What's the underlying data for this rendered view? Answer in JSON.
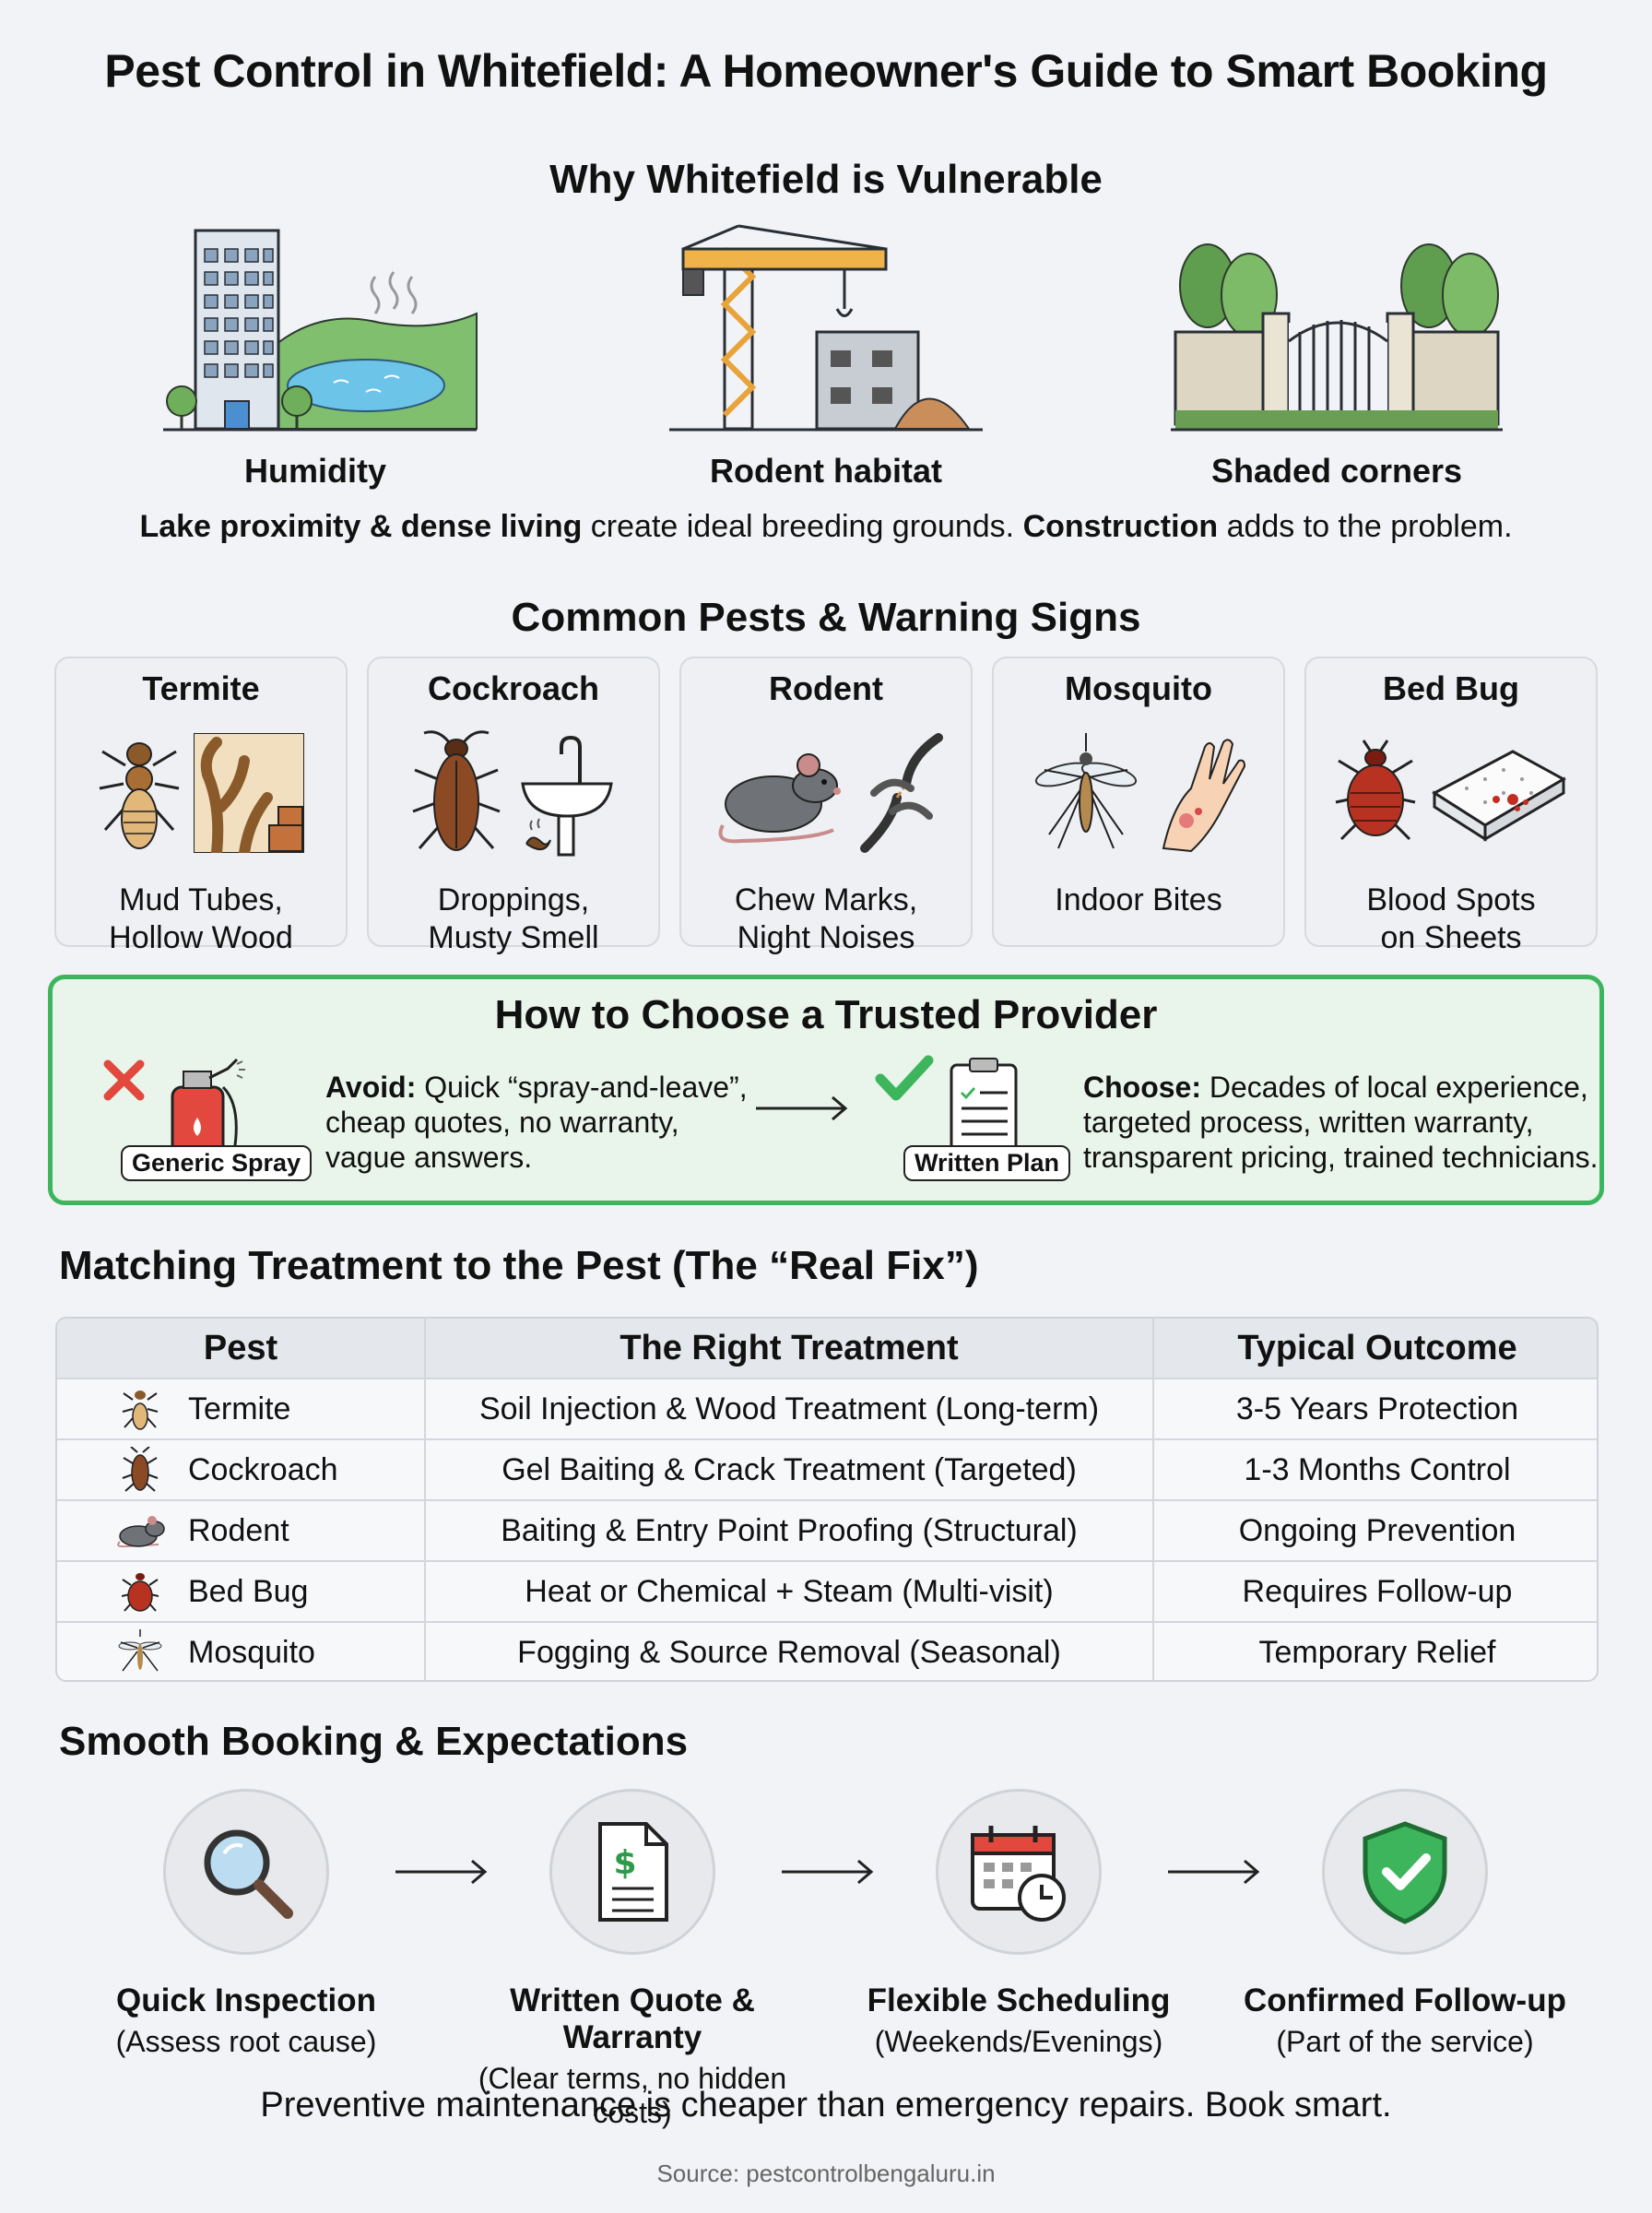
{
  "title": "Pest Control in Whitefield: A Homeowner's Guide to Smart Booking",
  "vulnerable": {
    "heading": "Why Whitefield is Vulnerable",
    "items": [
      {
        "label": "Humidity",
        "icon": "city-lake-icon"
      },
      {
        "label": "Rodent habitat",
        "icon": "construction-crane-icon"
      },
      {
        "label": "Shaded corners",
        "icon": "garden-gate-icon"
      }
    ],
    "summary": {
      "bold1": "Lake proximity & dense living",
      "text1": " create ideal breeding grounds. ",
      "bold2": "Construction",
      "text2": " adds to the problem."
    }
  },
  "pests": {
    "heading": "Common Pests & Warning Signs",
    "cards": [
      {
        "name": "Termite",
        "sign_line1": "Mud Tubes,",
        "sign_line2": "Hollow Wood"
      },
      {
        "name": "Cockroach",
        "sign_line1": "Droppings,",
        "sign_line2": "Musty Smell"
      },
      {
        "name": "Rodent",
        "sign_line1": "Chew Marks,",
        "sign_line2": "Night Noises"
      },
      {
        "name": "Mosquito",
        "sign_line1": "Indoor Bites",
        "sign_line2": ""
      },
      {
        "name": "Bed Bug",
        "sign_line1": "Blood Spots",
        "sign_line2": "on Sheets"
      }
    ]
  },
  "provider": {
    "heading": "How to Choose a Trusted Provider",
    "avoid_tag": "Generic Spray",
    "avoid_label": "Avoid:",
    "avoid_line1": " Quick “spray-and-leave”,",
    "avoid_line2": "cheap quotes, no warranty,",
    "avoid_line3": "vague answers.",
    "choose_tag": "Written Plan",
    "choose_label": "Choose:",
    "choose_line1": " Decades of local experience,",
    "choose_line2": "targeted process, written warranty,",
    "choose_line3": "transparent pricing, trained technicians."
  },
  "treatment": {
    "heading": "Matching Treatment to the Pest (The “Real Fix”)",
    "columns": [
      "Pest",
      "The Right Treatment",
      "Typical Outcome"
    ],
    "rows": [
      {
        "pest": "Termite",
        "treatment": "Soil Injection & Wood Treatment (Long-term)",
        "outcome": "3-5 Years Protection"
      },
      {
        "pest": "Cockroach",
        "treatment": "Gel Baiting & Crack Treatment (Targeted)",
        "outcome": "1-3 Months Control"
      },
      {
        "pest": "Rodent",
        "treatment": "Baiting & Entry Point Proofing (Structural)",
        "outcome": "Ongoing Prevention"
      },
      {
        "pest": "Bed Bug",
        "treatment": "Heat or Chemical + Steam (Multi-visit)",
        "outcome": "Requires Follow-up"
      },
      {
        "pest": "Mosquito",
        "treatment": "Fogging & Source Removal (Seasonal)",
        "outcome": "Temporary Relief"
      }
    ]
  },
  "booking": {
    "heading": "Smooth Booking & Expectations",
    "steps": [
      {
        "title": "Quick Inspection",
        "sub": "(Assess root cause)",
        "icon": "magnifier-icon"
      },
      {
        "title": "Written Quote & Warranty",
        "sub": "(Clear terms, no hidden costs)",
        "icon": "quote-document-icon"
      },
      {
        "title": "Flexible Scheduling",
        "sub": "(Weekends/Evenings)",
        "icon": "calendar-clock-icon"
      },
      {
        "title": "Confirmed Follow-up",
        "sub": "(Part of the service)",
        "icon": "shield-check-icon"
      }
    ]
  },
  "footer": {
    "note": "Preventive maintenance is cheaper than emergency repairs. Book smart.",
    "source": "Source: pestcontrolbengaluru.in"
  },
  "colors": {
    "accent_green": "#3cb55c",
    "avoid_red": "#e2483d",
    "background": "#f1f3f6"
  }
}
